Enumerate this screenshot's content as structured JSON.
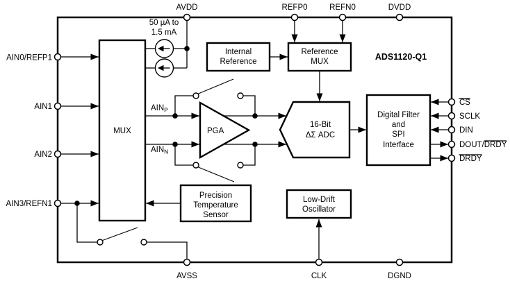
{
  "diagram": {
    "chip_name": "ADS1120-Q1",
    "colors": {
      "line": "#000000",
      "background": "#ffffff",
      "text": "#000000"
    },
    "pins": {
      "top": [
        "AVDD",
        "REFP0",
        "REFN0",
        "DVDD"
      ],
      "bottom": [
        "AVSS",
        "CLK",
        "DGND"
      ],
      "left": [
        "AIN0/REFP1",
        "AIN1",
        "AIN2",
        "AIN3/REFN1"
      ],
      "right": [
        {
          "label": "CS",
          "overline": true
        },
        {
          "label": "SCLK",
          "overline": false
        },
        {
          "label": "DIN",
          "overline": false
        },
        {
          "prefix": "DOUT/",
          "label": "DRDY",
          "overline": true
        },
        {
          "label": "DRDY",
          "overline": true
        }
      ]
    },
    "blocks": {
      "mux": {
        "label": "MUX"
      },
      "internal_reference": {
        "lines": [
          "Internal",
          "Reference"
        ]
      },
      "reference_mux": {
        "lines": [
          "Reference",
          "MUX"
        ]
      },
      "adc": {
        "lines": [
          "16-Bit",
          "ΔΣ ADC"
        ]
      },
      "digital_filter": {
        "lines": [
          "Digital Filter",
          "and",
          "SPI",
          "Interface"
        ]
      },
      "temperature_sensor": {
        "lines": [
          "Precision",
          "Temperature",
          "Sensor"
        ]
      },
      "oscillator": {
        "lines": [
          "Low-Drift",
          "Oscillator"
        ]
      },
      "pga": {
        "label": "PGA"
      }
    },
    "signals": {
      "ain_positive": {
        "base": "AIN",
        "sub": "P"
      },
      "ain_negative": {
        "base": "AIN",
        "sub": "N"
      }
    },
    "current_source": {
      "range_line1": "50 µA to",
      "range_line2": "1.5 mA"
    }
  }
}
